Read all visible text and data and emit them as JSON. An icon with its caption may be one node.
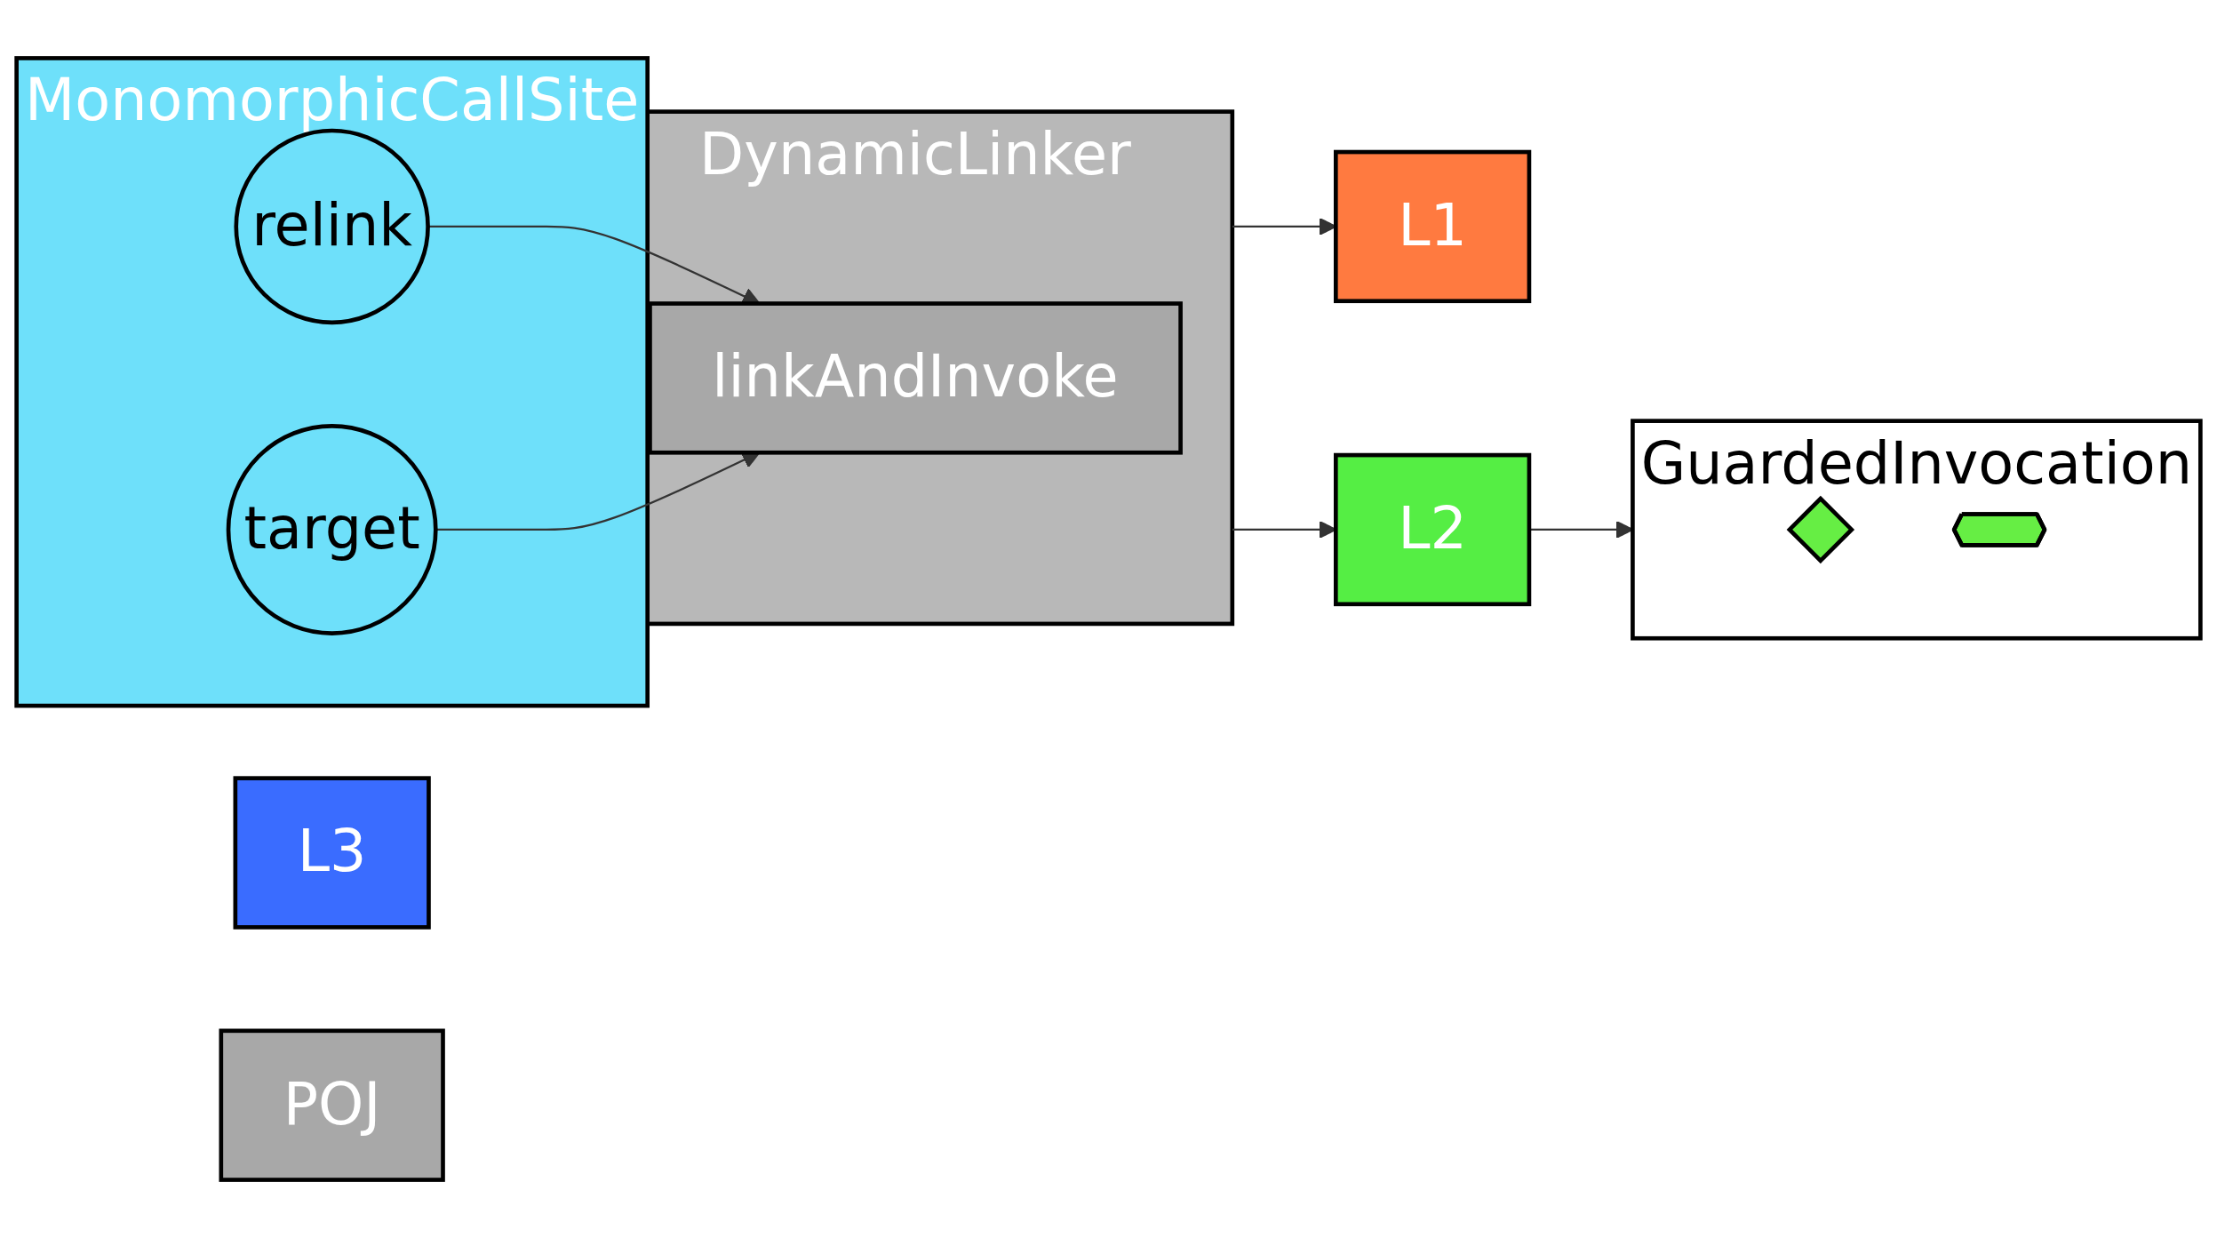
{
  "diagram": {
    "nodes": [
      {
        "text": [
          "MonomorphicCallSite"
        ]
      },
      {
        "text": [
          "relink"
        ],
        "in": 0
      },
      {
        "text": [
          "target"
        ],
        "in": 0
      },
      {
        "text": [
          "DynamicLinker"
        ]
      },
      {
        "text": [
          "linkAndInvoke"
        ],
        "in": 3
      },
      {
        "text": [
          "L1"
        ]
      },
      {
        "text": [
          "L2"
        ]
      },
      {
        "text": [
          "L3"
        ]
      },
      {
        "text": [
          "POJ"
        ]
      },
      {
        "text": [
          "GuardedInvocation"
        ]
      },
      {
        "text": [],
        "shape": "diamond",
        "in": 9
      },
      {
        "text": [],
        "shape": "star",
        "in": 9
      }
    ],
    "edges": [
      {
        "from": 1,
        "to": 4,
        "arrow": "to"
      },
      {
        "from": 2,
        "to": 4,
        "arrow": "to"
      },
      {
        "from": 3,
        "to": 5,
        "arrow": "to"
      },
      {
        "from": 3,
        "to": 6,
        "arrow": "to"
      },
      {
        "from": 6,
        "to": 9,
        "arrow": "to"
      }
    ]
  }
}
